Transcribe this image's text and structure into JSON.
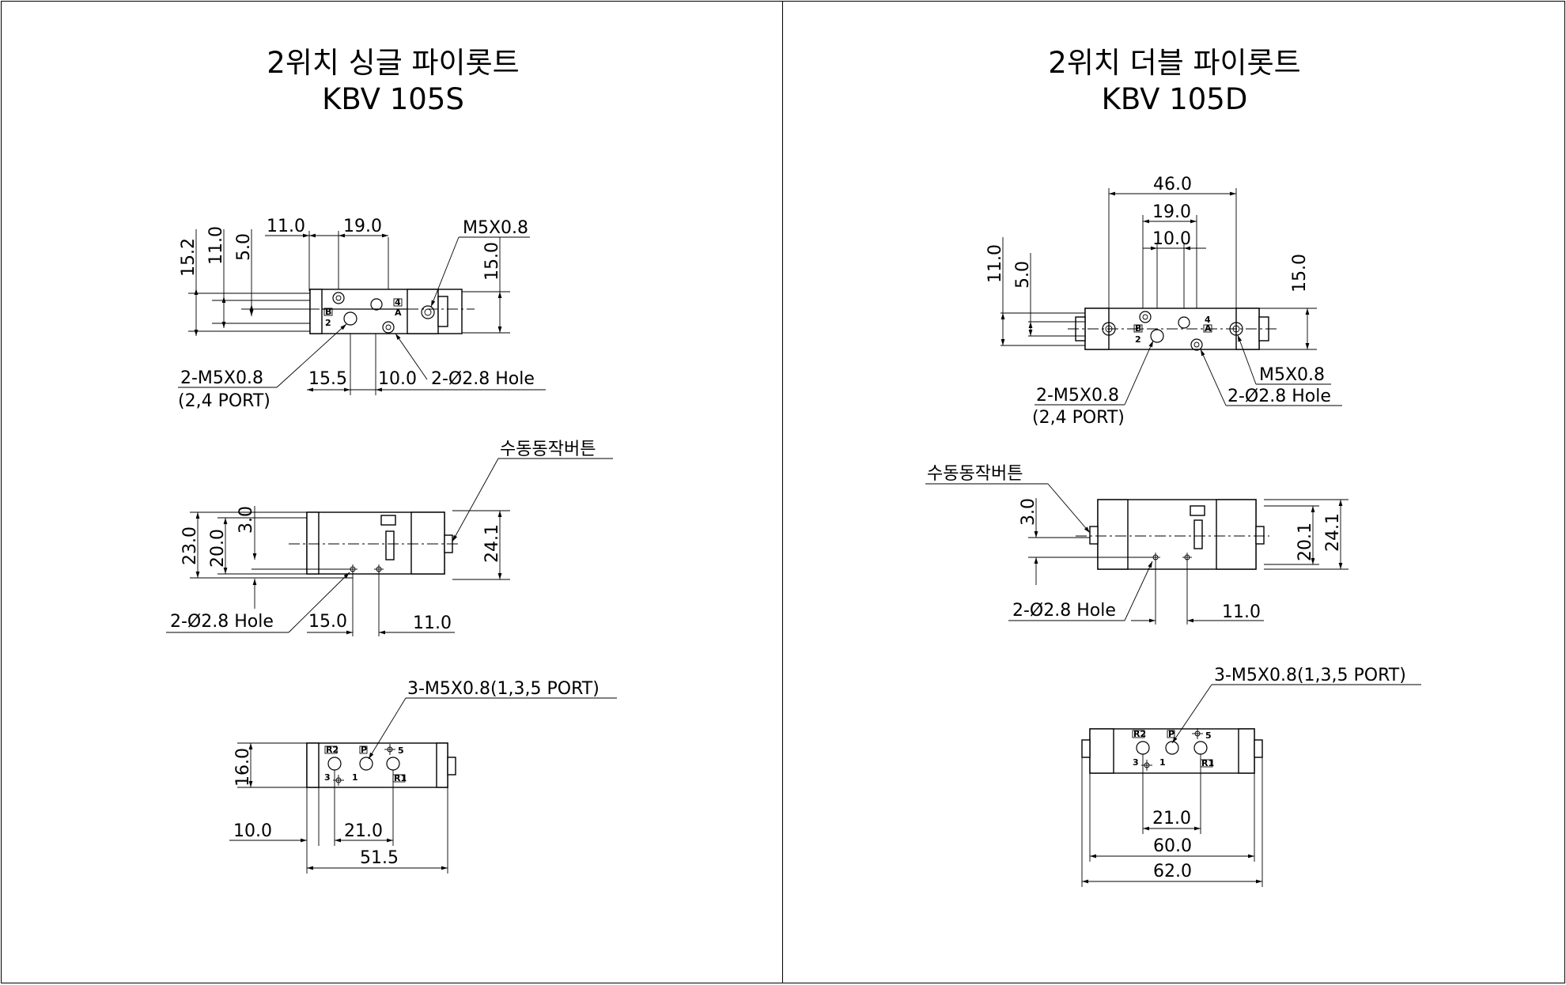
{
  "left": {
    "title_line1": "2위치 싱글 파이롯트",
    "title_line2": "KBV 105S",
    "top_view": {
      "dims": {
        "d_15_2": "15.2",
        "d_11_0": "11.0",
        "d_5_0": "5.0",
        "d_11_0_h": "11.0",
        "d_19_0": "19.0",
        "d_15_0": "15.0",
        "d_15_5": "15.5",
        "d_10_0": "10.0"
      },
      "callouts": {
        "m5": "M5X0.8",
        "ports_a": "2-M5X0.8",
        "ports_b": "(2,4 PORT)",
        "hole": "2-Ø2.8 Hole"
      },
      "port_labels": {
        "p4": "4",
        "pA": "A",
        "pB": "B",
        "p2": "2"
      }
    },
    "side_view": {
      "dims": {
        "d_23_0": "23.0",
        "d_20_0": "20.0",
        "d_3_0": "3.0",
        "d_24_1": "24.1",
        "d_15_0": "15.0",
        "d_11_0": "11.0"
      },
      "callouts": {
        "button": "수동동작버튼",
        "hole": "2-Ø2.8 Hole"
      }
    },
    "bottom_view": {
      "dims": {
        "d_16_0": "16.0",
        "d_10_0": "10.0",
        "d_21_0": "21.0",
        "d_51_5": "51.5"
      },
      "callouts": {
        "ports": "3-M5X0.8(1,3,5 PORT)"
      },
      "port_labels": {
        "R2": "R2",
        "P": "P",
        "p5": "5",
        "p3": "3",
        "p1": "1",
        "R1": "R1"
      }
    }
  },
  "right": {
    "title_line1": "2위치 더블 파이롯트",
    "title_line2": "KBV 105D",
    "top_view": {
      "dims": {
        "d_46_0": "46.0",
        "d_19_0": "19.0",
        "d_10_0": "10.0",
        "d_11_0": "11.0",
        "d_5_0": "5.0",
        "d_15_0": "15.0"
      },
      "callouts": {
        "m5": "M5X0.8",
        "ports_a": "2-M5X0.8",
        "ports_b": "(2,4 PORT)",
        "hole": "2-Ø2.8 Hole"
      },
      "port_labels": {
        "p4": "4",
        "pA": "A",
        "pB": "B",
        "p2": "2"
      }
    },
    "side_view": {
      "dims": {
        "d_3_0": "3.0",
        "d_20_1": "20.1",
        "d_24_1": "24.1",
        "d_11_0": "11.0"
      },
      "callouts": {
        "button": "수동동작버튼",
        "hole": "2-Ø2.8 Hole"
      }
    },
    "bottom_view": {
      "dims": {
        "d_21_0": "21.0",
        "d_60_0": "60.0",
        "d_62_0": "62.0"
      },
      "callouts": {
        "ports": "3-M5X0.8(1,3,5 PORT)"
      },
      "port_labels": {
        "R2": "R2",
        "P": "P",
        "p5": "5",
        "p3": "3",
        "p1": "1",
        "R1": "R1"
      }
    }
  }
}
